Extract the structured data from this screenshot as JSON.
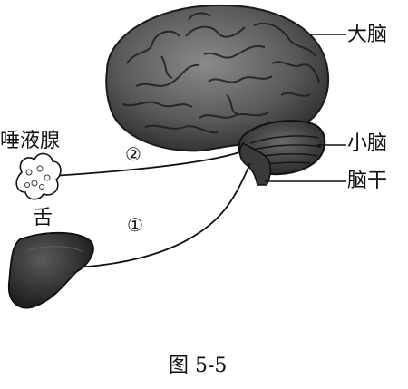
{
  "labels": {
    "cerebrum": "大脑",
    "cerebellum": "小脑",
    "brainstem": "脑干",
    "salivary_gland": "唾液腺",
    "tongue": "舌"
  },
  "markers": {
    "pathway_1": "①",
    "pathway_2": "②"
  },
  "caption": "图 5-5",
  "colors": {
    "ink": "#111111",
    "brain_fill": "#5a5a5a",
    "brain_dark": "#2c2c2c",
    "tongue_fill": "#3a3a3a"
  }
}
